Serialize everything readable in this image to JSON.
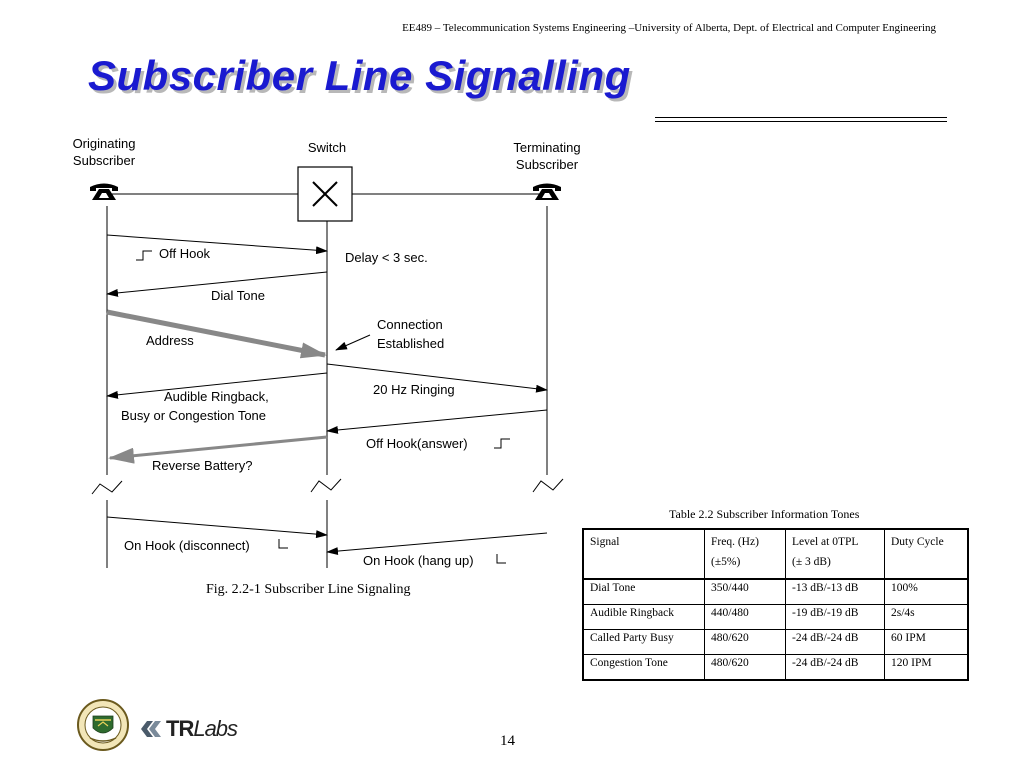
{
  "header": {
    "course_line": "EE489 – Telecommunication Systems Engineering –University of Alberta, Dept. of Electrical and Computer Engineering"
  },
  "slide": {
    "title": "Subscriber  Line Signalling",
    "page_number": "14"
  },
  "diagram": {
    "originating_line1": "Originating",
    "originating_line2": "Subscriber",
    "switch": "Switch",
    "terminating_line1": "Terminating",
    "terminating_line2": "Subscriber",
    "off_hook": "Off Hook",
    "delay": "Delay < 3 sec.",
    "dial_tone": "Dial Tone",
    "address": "Address",
    "connection_line1": "Connection",
    "connection_line2": "Established",
    "ringing": "20 Hz Ringing",
    "ringback_line1": "Audible Ringback,",
    "ringback_line2": "Busy or Congestion Tone",
    "off_hook_answer": "Off Hook(answer)",
    "reverse_battery": "Reverse Battery?",
    "on_hook_disconnect": "On Hook (disconnect)",
    "on_hook_hangup": "On Hook (hang up)",
    "figure_caption": "Fig. 2.2-1  Subscriber Line Signaling"
  },
  "table": {
    "caption": "Table 2.2  Subscriber Information Tones",
    "headers": [
      [
        "Signal",
        ""
      ],
      [
        "Freq. (Hz)",
        "(±5%)"
      ],
      [
        "Level at 0TPL",
        "(± 3 dB)"
      ],
      [
        "Duty Cycle",
        ""
      ]
    ],
    "rows": [
      [
        "Dial Tone",
        "350/440",
        "-13 dB/-13 dB",
        "100%"
      ],
      [
        "Audible Ringback",
        "440/480",
        "-19 dB/-19 dB",
        "2s/4s"
      ],
      [
        "Called Party Busy",
        "480/620",
        "-24 dB/-24 dB",
        "60 IPM"
      ],
      [
        "Congestion Tone",
        "480/620",
        "-24 dB/-24 dB",
        "120 IPM"
      ]
    ]
  },
  "logos": {
    "university_seal_icon": "university-of-alberta-seal",
    "trlabs_bold": "TR",
    "trlabs_italic": "Labs"
  },
  "colors": {
    "title": "#1a1ad0",
    "title_shadow": "#b8b8b8",
    "gray_arrow": "#888888"
  }
}
